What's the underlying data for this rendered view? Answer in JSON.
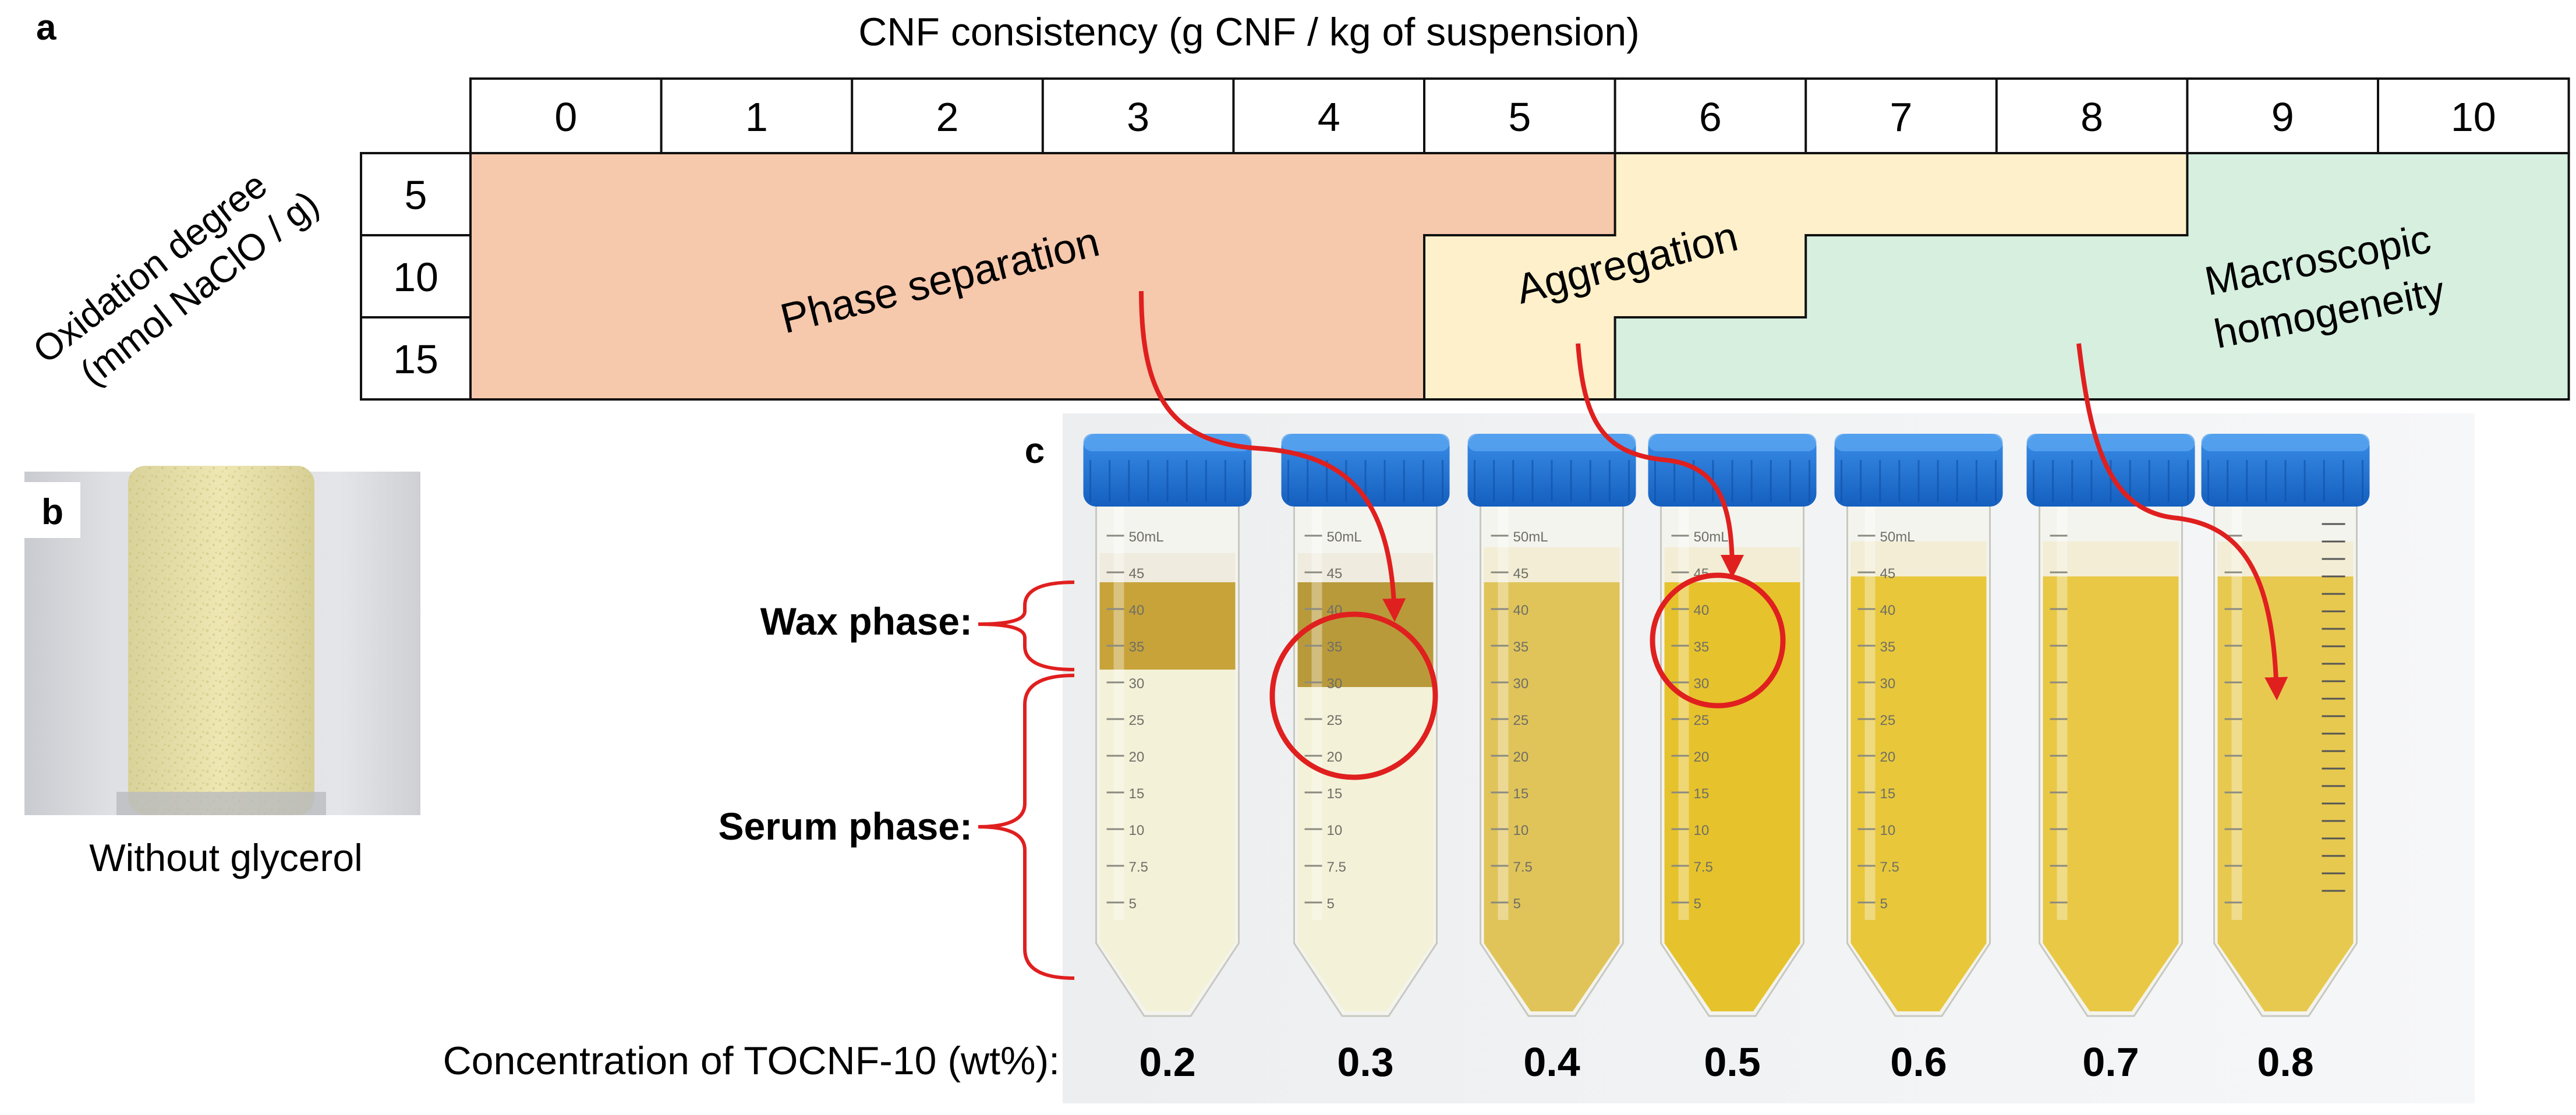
{
  "panel_a": {
    "letter": "a",
    "x_title": "CNF consistency (g CNF / kg of suspension)",
    "y_title_line1": "Oxidation degree",
    "y_title_line2": "(mmol NaClO / g)",
    "columns": [
      "0",
      "1",
      "2",
      "3",
      "4",
      "5",
      "6",
      "7",
      "8",
      "9",
      "10"
    ],
    "rows": [
      "5",
      "10",
      "15"
    ],
    "regions": {
      "phase_separation": "Phase separation",
      "aggregation": "Aggregation",
      "homogeneity_line1": "Macroscopic",
      "homogeneity_line2": "homogeneity"
    },
    "colors": {
      "phase_separation": "#f6c8ac",
      "aggregation": "#fdf0ca",
      "homogeneity": "#d6efdf"
    }
  },
  "panel_b": {
    "letter": "b",
    "caption": "Without glycerol"
  },
  "panel_c": {
    "letter": "c",
    "wax_label": "Wax phase:",
    "serum_label": "Serum phase:",
    "concentration_label": "Concentration of TOCNF-10 (wt%):",
    "concentrations": [
      "0.2",
      "0.3",
      "0.4",
      "0.5",
      "0.6",
      "0.7",
      "0.8"
    ],
    "tube_marks": [
      "50mL",
      "45",
      "40",
      "35",
      "30",
      "25",
      "20",
      "15",
      "10",
      "7.5",
      "5"
    ],
    "cap_color": "#1a6fd6",
    "annotation_color": "#e01f1f"
  }
}
